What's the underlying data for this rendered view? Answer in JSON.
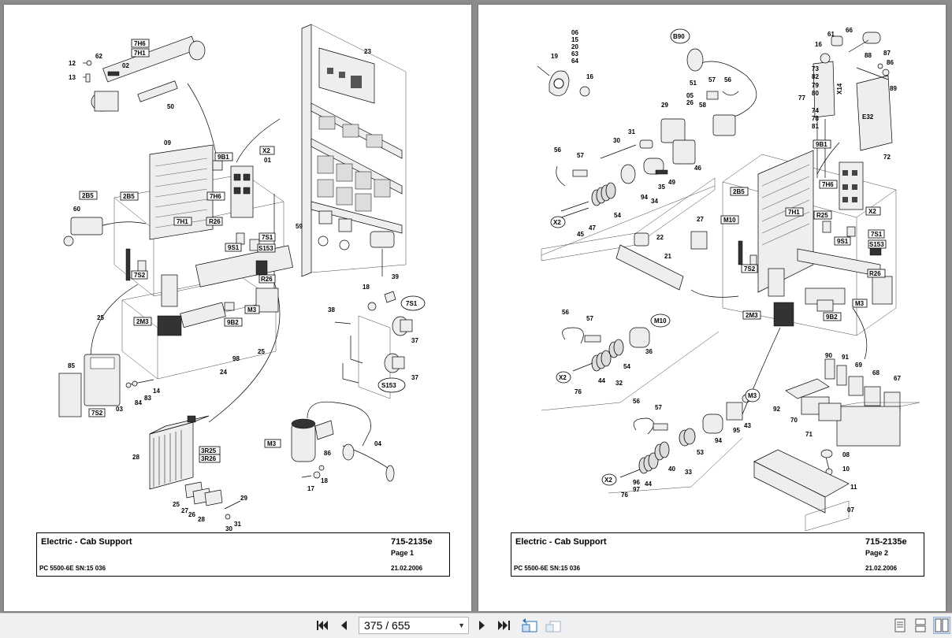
{
  "pages": [
    {
      "title": "Electric - Cab Support",
      "doc_no": "715-2135e",
      "page_label": "Page 1",
      "model": "PC 5500-6E SN:15 036",
      "date": "21.02.2006",
      "callouts": [
        "7H6",
        "7H1",
        "02",
        "62",
        "12",
        "13",
        "50",
        "09",
        "9B1",
        "X2",
        "01",
        "7H6",
        "2B5",
        "2B5",
        "60",
        "7H1",
        "R26",
        "59",
        "9S1",
        "7S1",
        "S153",
        "23",
        "39",
        "7S2",
        "R26",
        "M3",
        "18",
        "7S1",
        "38",
        "37",
        "37",
        "S153",
        "25",
        "2M3",
        "9B2",
        "25",
        "24",
        "98",
        "85",
        "03",
        "84",
        "83",
        "14",
        "7S2",
        "28",
        "3R25",
        "3R26",
        "M3",
        "86",
        "04",
        "17",
        "18",
        "25",
        "27",
        "26",
        "28",
        "29",
        "30",
        "31"
      ]
    },
    {
      "title": "Electric - Cab Support",
      "doc_no": "715-2135e",
      "page_label": "Page 2",
      "model": "PC 5500-6E SN:15 036",
      "date": "21.02.2006",
      "callouts": [
        "06",
        "15",
        "20",
        "63",
        "64",
        "19",
        "16",
        "B90",
        "51",
        "57",
        "56",
        "05",
        "26",
        "58",
        "61",
        "66",
        "16",
        "88",
        "87",
        "86",
        "89",
        "73",
        "82",
        "79",
        "80",
        "77",
        "X14",
        "74",
        "78",
        "81",
        "E32",
        "72",
        "29",
        "31",
        "30",
        "56",
        "57",
        "35",
        "49",
        "46",
        "94",
        "34",
        "X2",
        "45",
        "47",
        "54",
        "9B1",
        "7H6",
        "2B5",
        "X2",
        "7H1",
        "R25",
        "M10",
        "7S1",
        "S153",
        "9S1",
        "27",
        "22",
        "21",
        "7S2",
        "R26",
        "M3",
        "2M3",
        "9B2",
        "56",
        "57",
        "M10",
        "36",
        "X2",
        "76",
        "44",
        "32",
        "54",
        "90",
        "91",
        "69",
        "68",
        "67",
        "92",
        "70",
        "71",
        "56",
        "57",
        "M3",
        "95",
        "43",
        "94",
        "53",
        "X2",
        "96",
        "97",
        "76",
        "44",
        "40",
        "33",
        "08",
        "10",
        "11",
        "07"
      ]
    }
  ],
  "toolbar": {
    "current_page": "375 / 655",
    "first_icon": "first-page-icon",
    "prev_icon": "previous-page-icon",
    "next_icon": "next-page-icon",
    "last_icon": "last-page-icon",
    "view_icons": [
      "single-page-icon",
      "continuous-icon",
      "two-page-icon"
    ]
  }
}
